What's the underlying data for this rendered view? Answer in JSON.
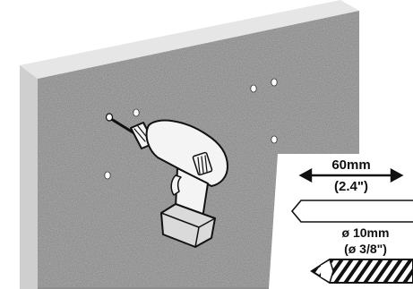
{
  "drill_depth": {
    "metric": "60mm",
    "imperial": "(2.4\")"
  },
  "drill_bit_diameter": {
    "metric": "ø 10mm",
    "imperial": "(ø 3/8\")"
  },
  "colors": {
    "wall_face": "#8f8f8f",
    "wall_side": "#cfcfcf",
    "wall_top": "#e6e6e6",
    "outline": "#111111",
    "drill_body": "#f4f4f4",
    "battery": "#dadada"
  }
}
